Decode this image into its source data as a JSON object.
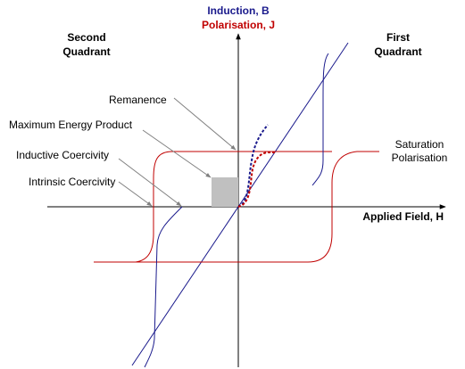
{
  "labels": {
    "induction": "Induction, B",
    "polarisation": "Polarisation, J",
    "second_quadrant_line1": "Second",
    "second_quadrant_line2": "Quadrant",
    "first_quadrant_line1": "First",
    "first_quadrant_line2": "Quadrant",
    "remanence": "Remanence",
    "max_energy_product": "Maximum Energy Product",
    "inductive_coercivity": "Inductive Coercivity",
    "intrinsic_coercivity": "Intrinsic Coercivity",
    "saturation_line1": "Saturation",
    "saturation_line2": "Polarisation",
    "applied_field": "Applied Field, H"
  },
  "colors": {
    "induction": "#1a1a8c",
    "polarisation": "#c00000",
    "axis": "#000000",
    "energy_box": "#c0c0c0",
    "leader": "#808080"
  }
}
